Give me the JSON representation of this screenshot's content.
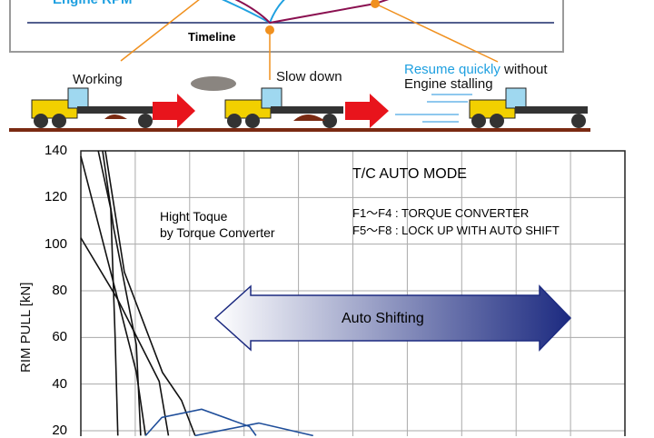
{
  "top_diagram": {
    "engine_rpm_label": "Engine RPM",
    "timeline_label": "Timeline",
    "stage_working": "Working",
    "stage_slow_down": "Slow down",
    "stage_resume_highlight": "Resume quickly",
    "stage_resume_rest": " without",
    "stage_resume_line2": "Engine stalling",
    "colors": {
      "rpm": "#1fa0e0",
      "torque": "#8a1050",
      "callout": "#f0901e",
      "arrow": "#e8141c",
      "ground": "#7a2a12",
      "machine": "#f2d000"
    }
  },
  "chart_data": {
    "type": "line",
    "ylabel": "RIM PULL [kN]",
    "xlabel": "",
    "ylim": [
      20,
      140
    ],
    "yticks": [
      "140",
      "120",
      "100",
      "80",
      "60",
      "40",
      "20"
    ],
    "xlim": [
      0,
      10
    ],
    "grid": true,
    "annotations": {
      "mode_title": "T/C AUTO MODE",
      "mode_line1": "F1～F4 : TORQUE CONVERTER",
      "mode_line2": "F5～F8 : LOCK UP WITH AUTO SHIFT",
      "torque_note_line1": "Hight Toque",
      "torque_note_line2": "by Torque Converter",
      "auto_shift_label": "Auto Shifting"
    },
    "series": [
      {
        "color": "#111111",
        "points": [
          [
            0,
            137.7
          ],
          [
            0.68,
            76.2
          ],
          [
            1.02,
            45.1
          ],
          [
            1.19,
            17.9
          ]
        ]
      },
      {
        "color": "#111111",
        "points": [
          [
            0,
            102.7
          ],
          [
            0.68,
            76.2
          ],
          [
            1.44,
            41.2
          ],
          [
            1.61,
            17.9
          ]
        ]
      },
      {
        "color": "#111111",
        "points": [
          [
            0.32,
            140
          ],
          [
            0.55,
            115.1
          ],
          [
            0.63,
            60
          ],
          [
            0.68,
            17.9
          ]
        ]
      },
      {
        "color": "#111111",
        "points": [
          [
            0.4,
            140
          ],
          [
            0.6,
            107.3
          ],
          [
            1.02,
            56.8
          ],
          [
            1.1,
            17.9
          ]
        ]
      },
      {
        "color": "#111111",
        "points": [
          [
            0.45,
            140
          ],
          [
            0.8,
            88
          ],
          [
            1.5,
            45
          ],
          [
            1.85,
            33
          ],
          [
            2.1,
            17.9
          ]
        ]
      },
      {
        "color": "#1f4e9a",
        "points": [
          [
            1.19,
            17.9
          ],
          [
            1.49,
            25.7
          ],
          [
            2.22,
            29.2
          ],
          [
            3.1,
            21.8
          ],
          [
            3.22,
            17.9
          ]
        ]
      },
      {
        "color": "#1f4e9a",
        "points": [
          [
            2.1,
            17.9
          ],
          [
            3.27,
            23.3
          ],
          [
            4.27,
            17.9
          ]
        ]
      }
    ]
  }
}
